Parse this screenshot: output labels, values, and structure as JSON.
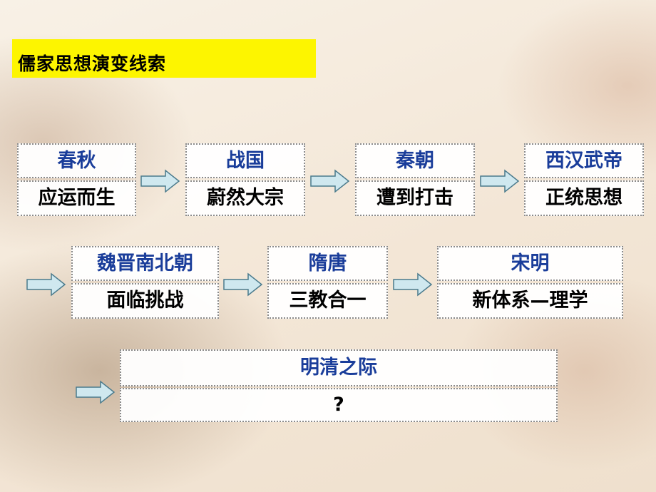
{
  "title": "儒家思想演变线索",
  "stages": [
    {
      "period": "春秋",
      "event": "应运而生"
    },
    {
      "period": "战国",
      "event": "蔚然大宗"
    },
    {
      "period": "秦朝",
      "event": "遭到打击"
    },
    {
      "period": "西汉武帝",
      "event": "正统思想"
    },
    {
      "period": "魏晋南北朝",
      "event": "面临挑战"
    },
    {
      "period": "隋唐",
      "event": "三教合一"
    },
    {
      "period": "宋明",
      "event": "新体系—理学"
    },
    {
      "period": "明清之际",
      "event": "?"
    }
  ],
  "colors": {
    "title_highlight": "#fdf500",
    "period_text": "#1a3d9a",
    "arrow_fill": "#cfe8ef",
    "arrow_stroke": "#4a7a8c"
  }
}
